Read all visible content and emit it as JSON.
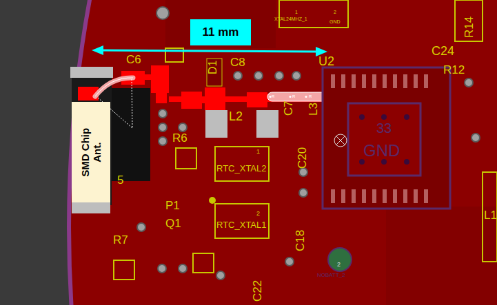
{
  "diagram": {
    "nodes": [
      {
        "text": [
          "11 mm"
        ]
      },
      {
        "text": [
          "SMD Chip Ant."
        ]
      }
    ],
    "labels": [
      "XTAL24MHZ_1",
      "1",
      "2",
      "GND",
      "R14",
      "C24",
      "R12",
      "U2",
      "C8",
      "C6",
      "D1",
      "L2",
      "C7",
      "L3",
      "C20",
      "33",
      "GND",
      "R6",
      "RTC_XTAL2",
      "1",
      "RTC_XTAL1",
      "2",
      "P1",
      "Q1",
      "R7",
      "C18",
      "C22",
      "NOBATT_2",
      "2",
      "L1",
      "5",
      "R",
      "R",
      "R"
    ]
  }
}
